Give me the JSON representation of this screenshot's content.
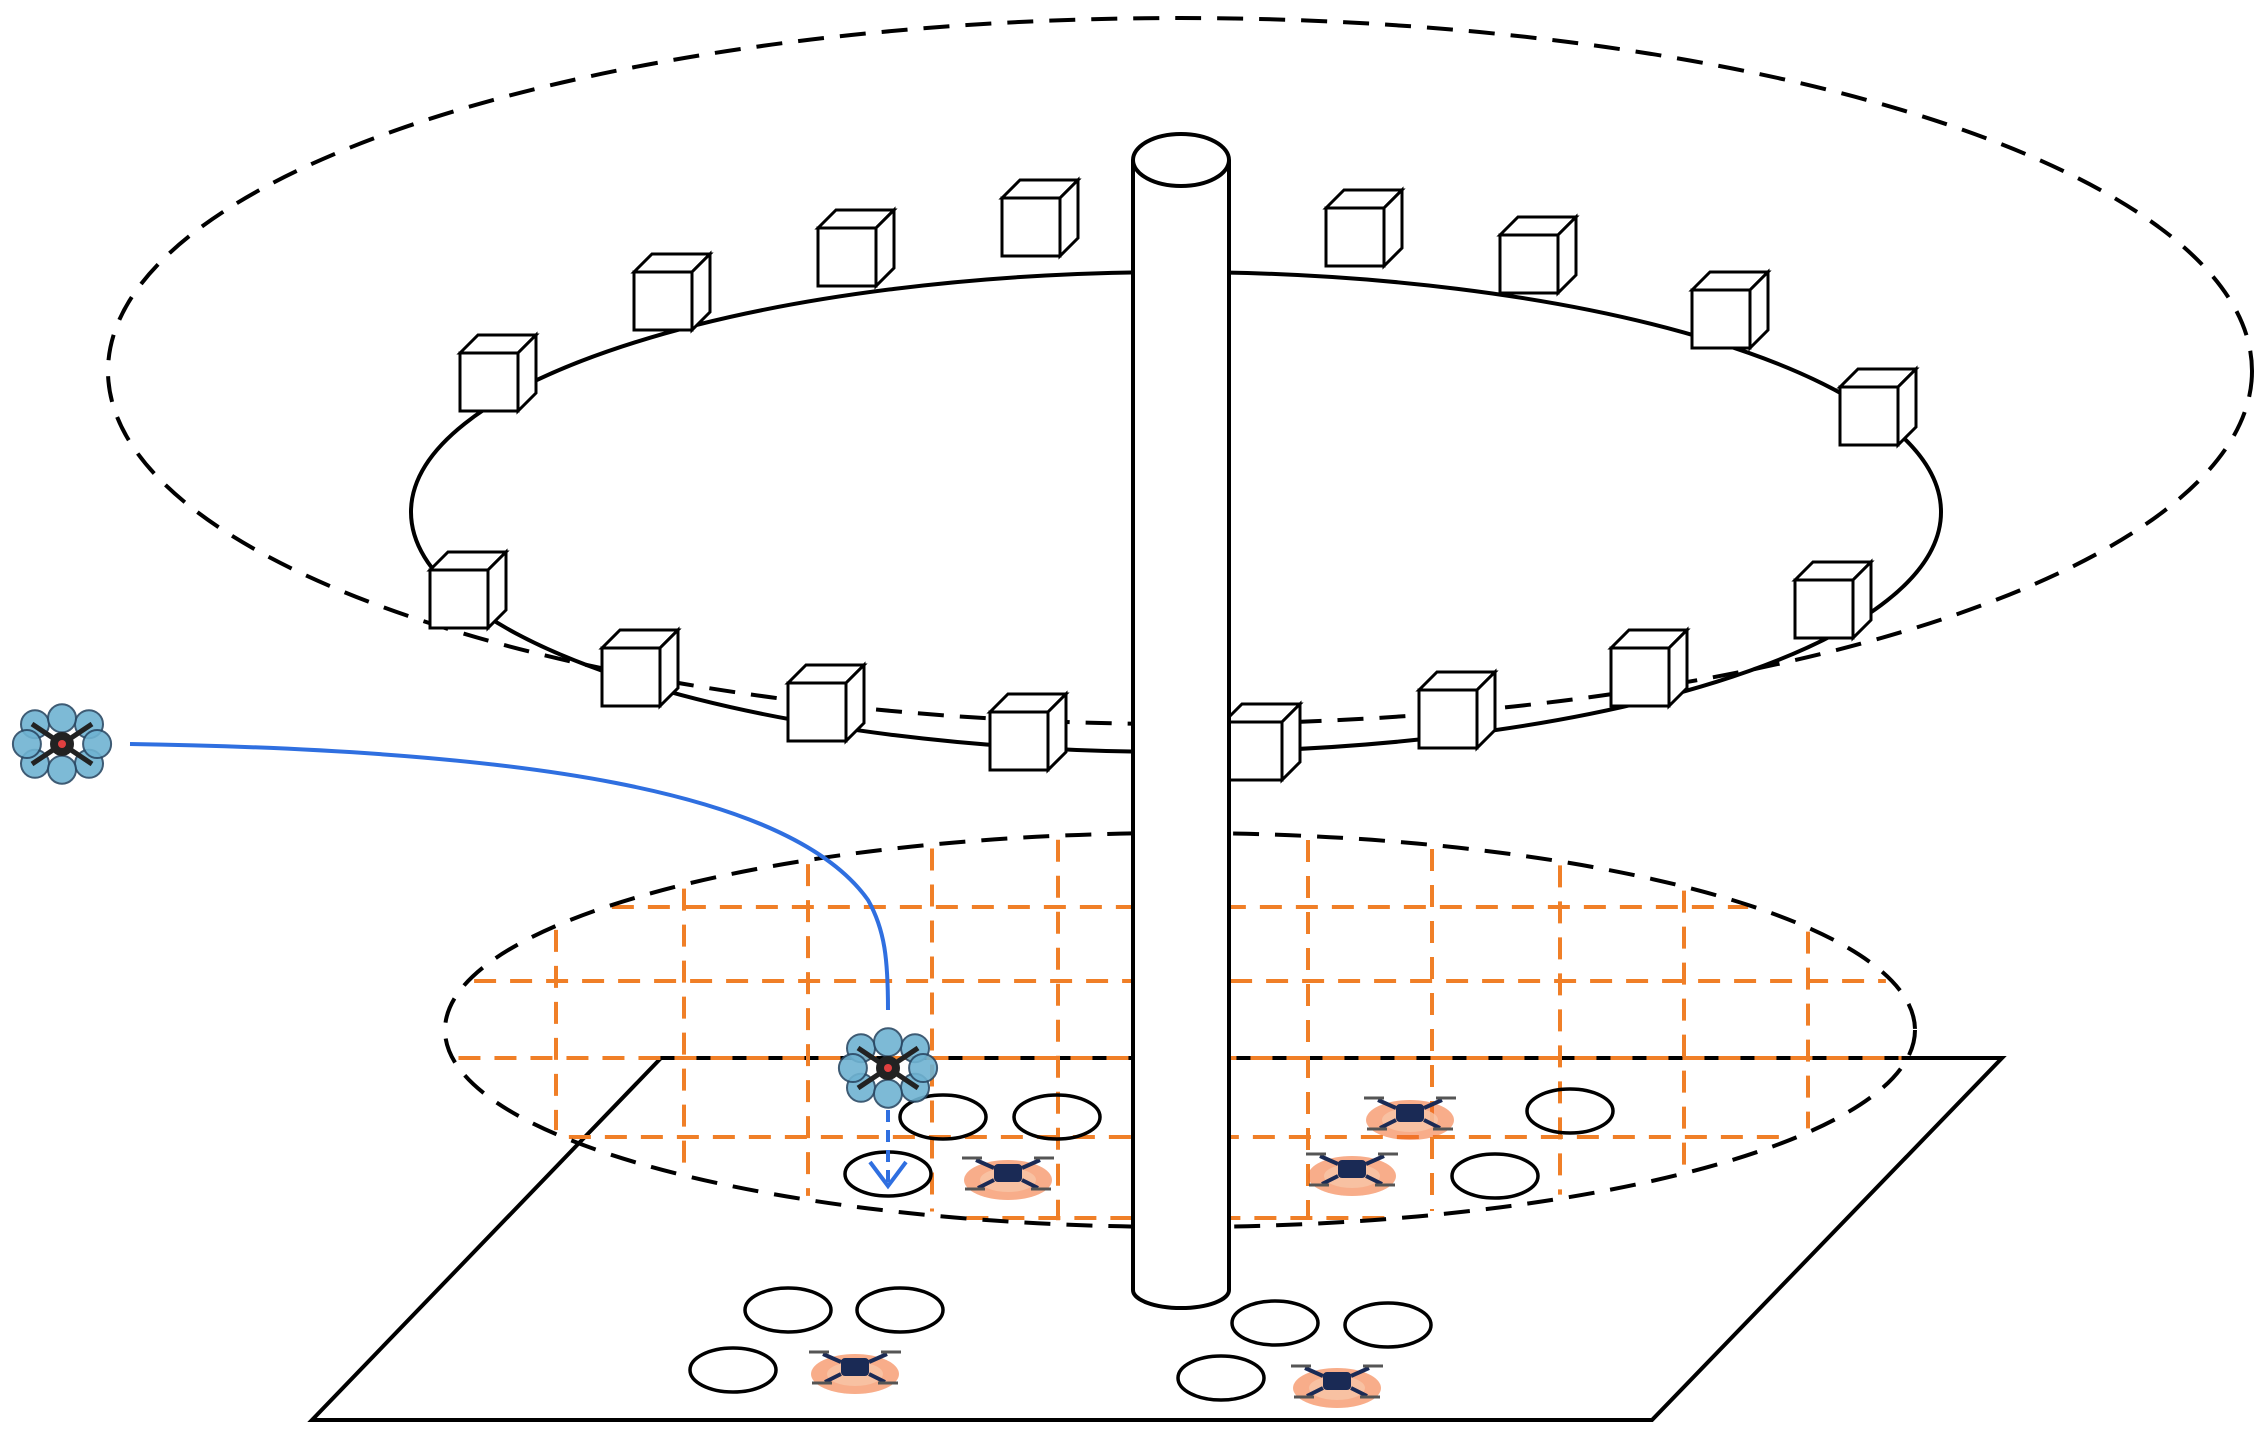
{
  "colors": {
    "line": "#000000",
    "grid": "#f07f27",
    "path": "#2f6fe0",
    "drone_body": "#1a2a55",
    "drone_glow": "#f26a2a",
    "quad_blue": "#6fb3d2"
  },
  "diagram": {
    "elements": {
      "outer_boundary": "dashed-ellipse",
      "camera_ring": "solid-ellipse",
      "camera_count": 16,
      "central_pole": "cylinder",
      "landing_zone": "dashed-ellipse-with-grid",
      "ground_platform": "parallelogram",
      "pads_on_platform": 6,
      "pads_in_zone": 6,
      "parked_drones": 5,
      "incoming_drone": "quadrotor",
      "trajectory": "blue-curve-arrow"
    }
  }
}
